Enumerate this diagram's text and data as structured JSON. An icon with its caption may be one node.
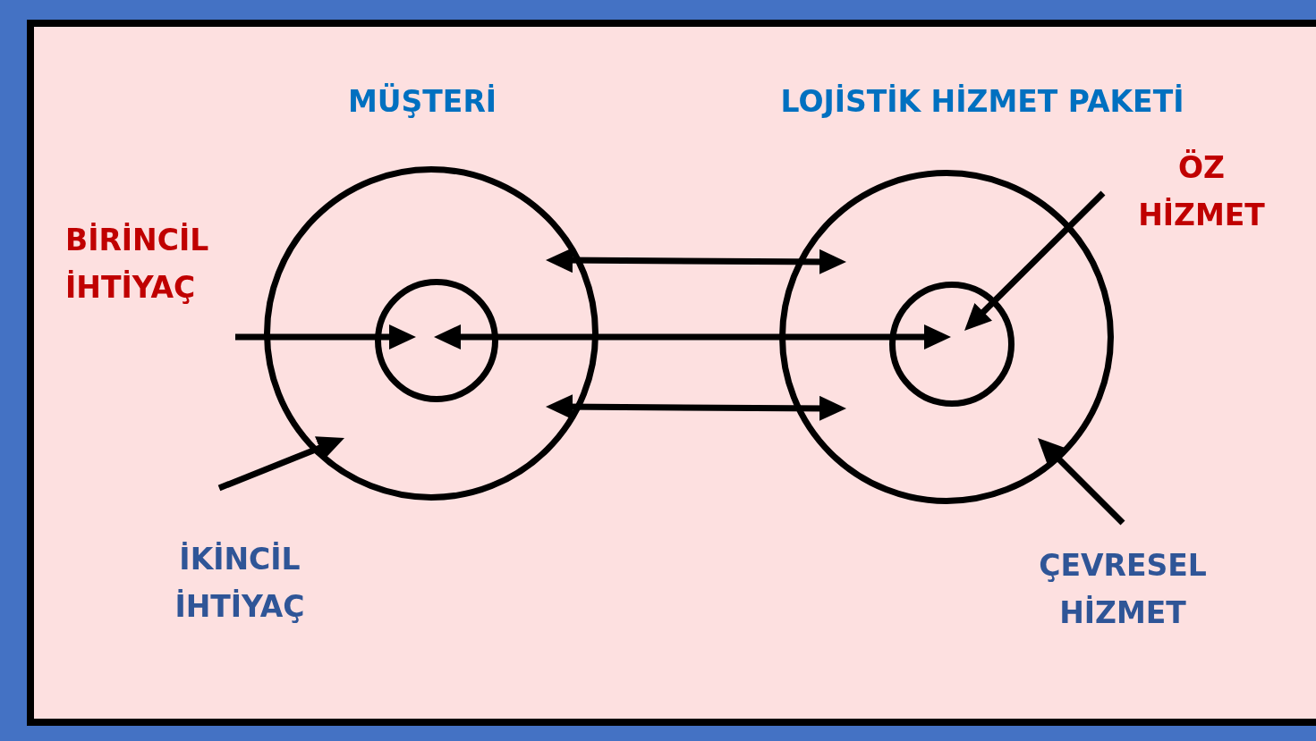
{
  "diagram": {
    "nodes": [
      {
        "text": [
          "MÜŞTERİ"
        ]
      },
      {
        "text": [],
        "shape": "circle",
        "in": 0
      },
      {
        "text": [
          "LOJİSTİK HİZMET PAKETİ"
        ]
      },
      {
        "text": [],
        "shape": "circle",
        "in": 2
      },
      {
        "text": [
          "BİRİNCİL İHTİYAÇ"
        ]
      },
      {
        "text": [
          "İKİNCİL İHTİYAÇ"
        ]
      },
      {
        "text": [
          "ÖZ HİZMET"
        ]
      },
      {
        "text": [
          "ÇEVRESEL HİZMET"
        ]
      }
    ],
    "edges": [
      {
        "from": 4,
        "to": 1,
        "arrow": "to"
      },
      {
        "from": 5,
        "to": 0,
        "arrow": "to"
      },
      {
        "from": 1,
        "to": 3,
        "arrow": "both"
      },
      {
        "from": 0,
        "to": 2,
        "arrow": "both"
      },
      {
        "from": 0,
        "to": 2,
        "arrow": "both"
      },
      {
        "from": 6,
        "to": 3,
        "arrow": "to"
      },
      {
        "from": 7,
        "to": 2,
        "arrow": "to"
      }
    ]
  }
}
